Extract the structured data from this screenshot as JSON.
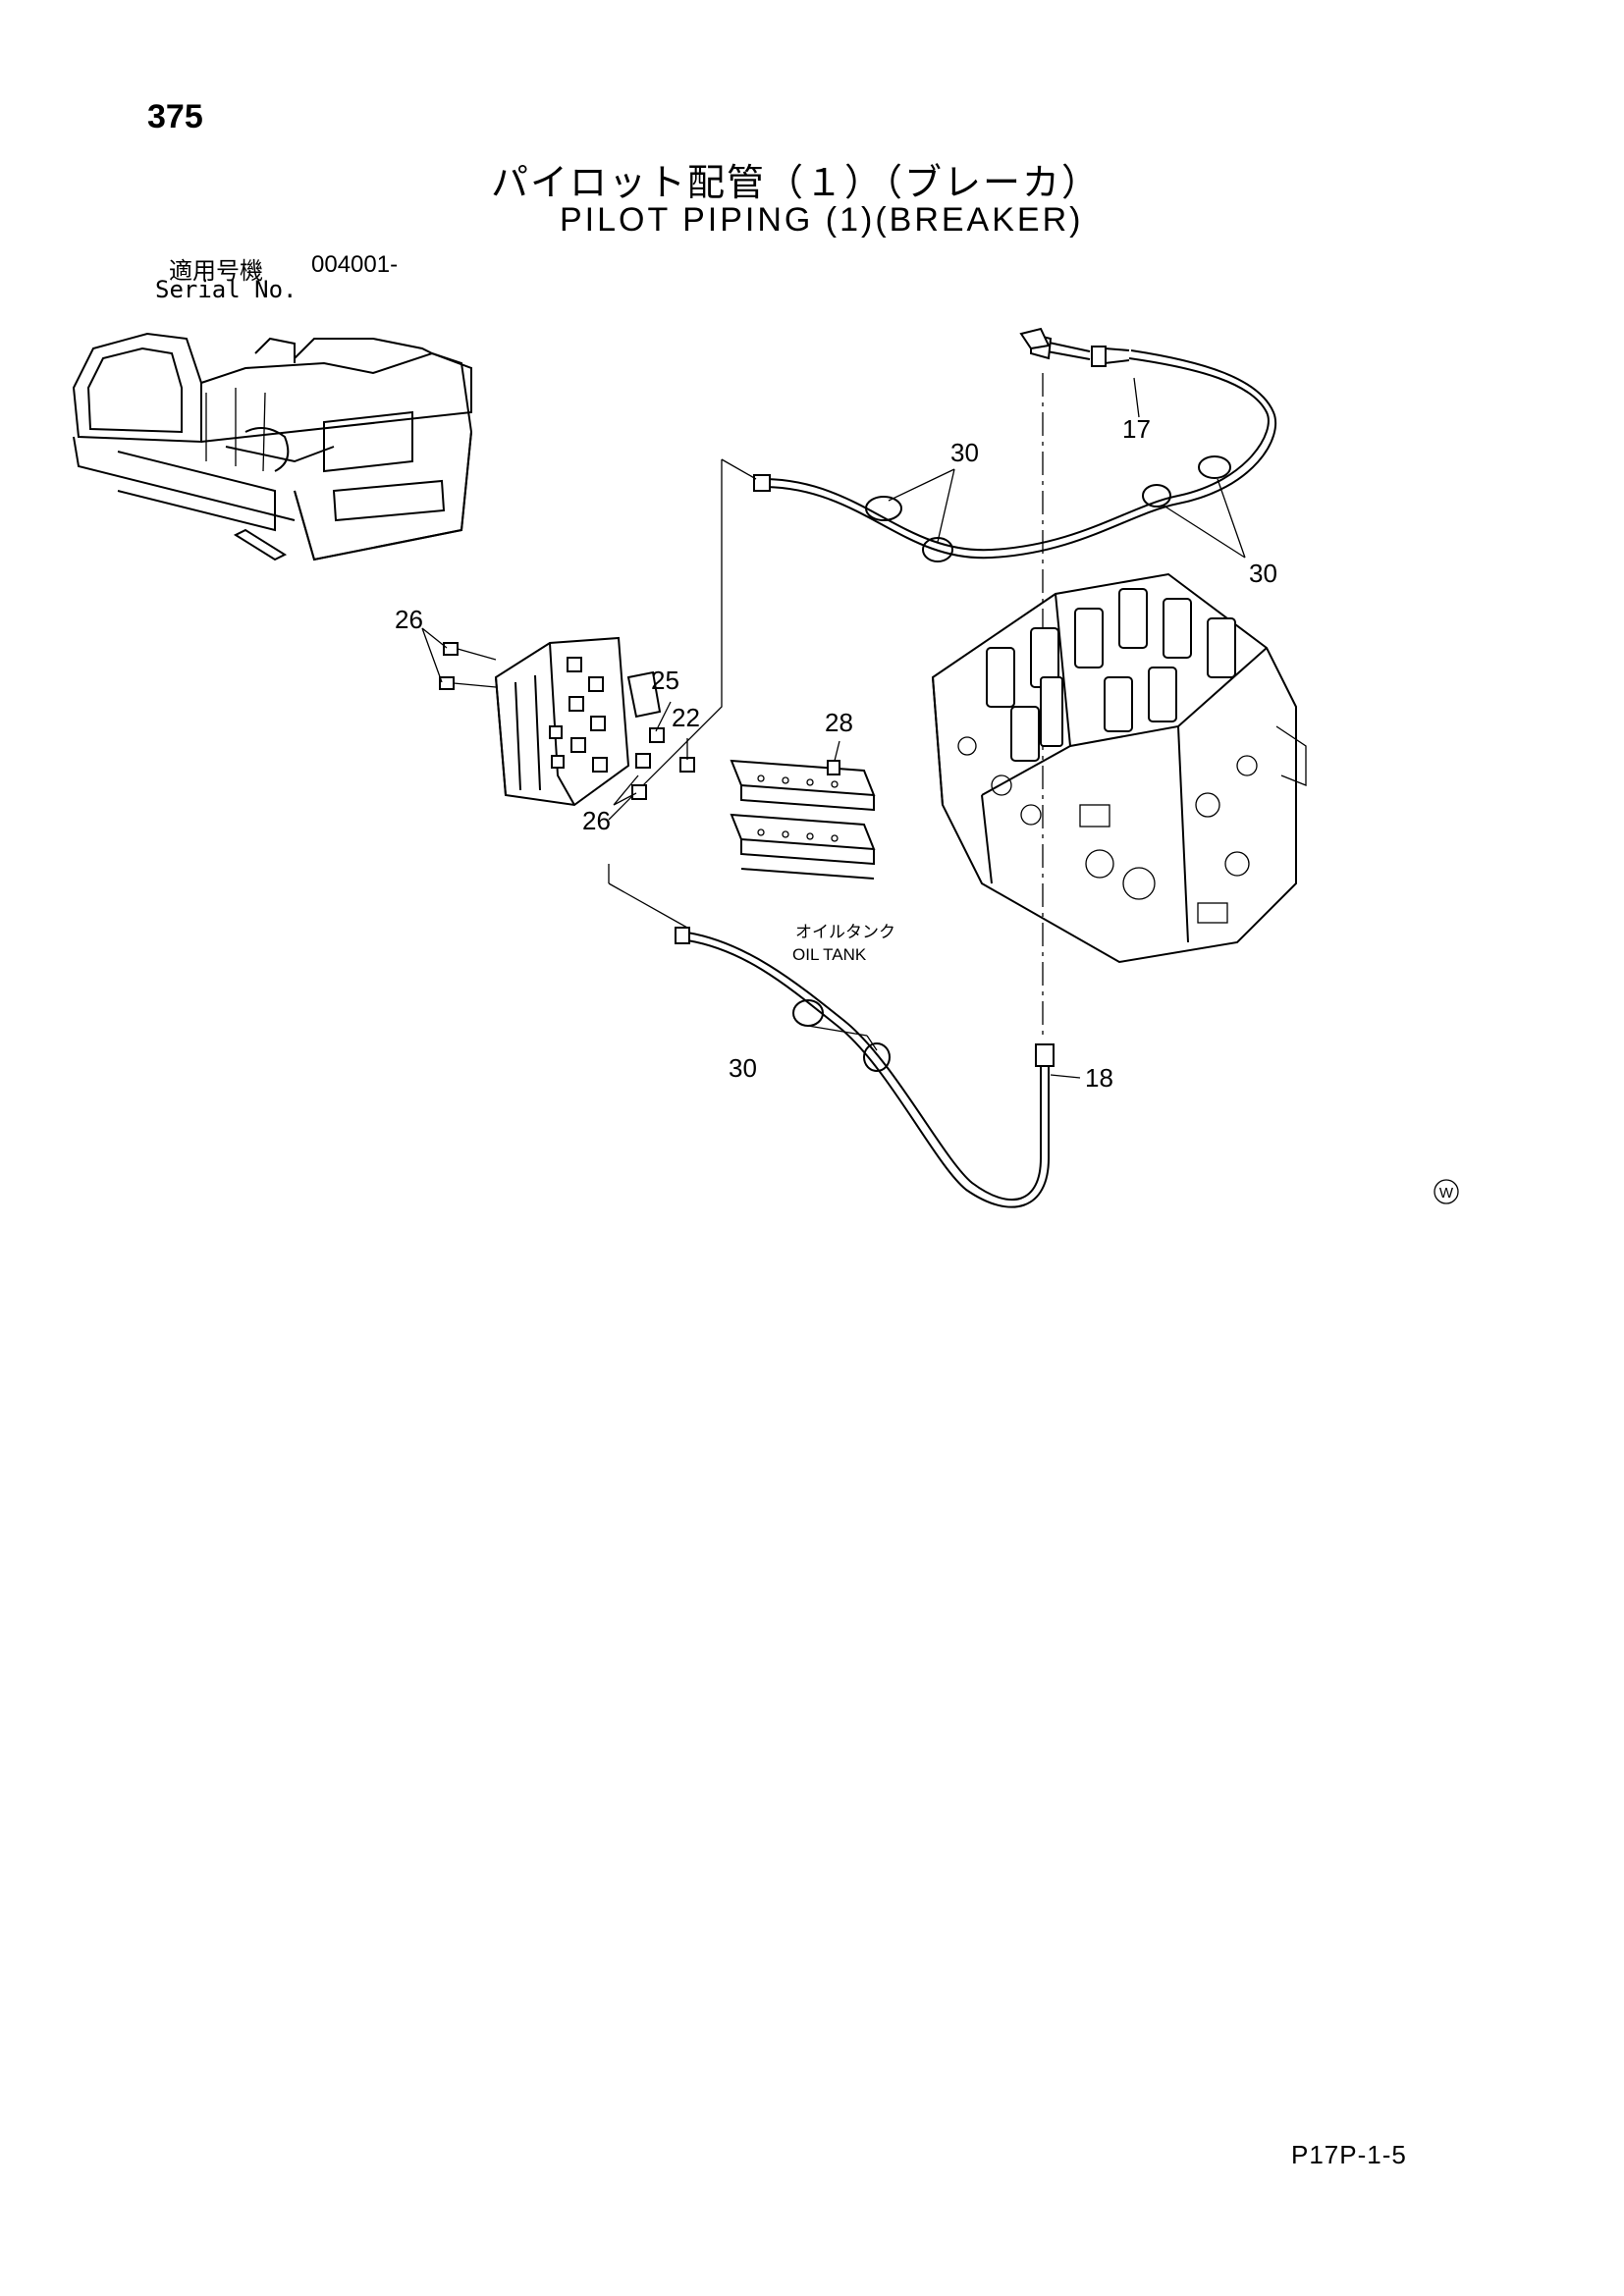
{
  "header": {
    "page_number": "375",
    "title_jp": "パイロット配管（１）（ブレーカ）",
    "title_en": "PILOT PIPING (1)(BREAKER)",
    "serial_label_jp": "適用号機",
    "serial_value": "004001-",
    "serial_label_en": "Serial No."
  },
  "diagram": {
    "callouts": {
      "c17": "17",
      "c18": "18",
      "c22": "22",
      "c25": "25",
      "c26a": "26",
      "c26b": "26",
      "c28": "28",
      "c30a": "30",
      "c30b": "30",
      "c30c": "30"
    },
    "tank_label_jp": "オイルタンク",
    "tank_label_en": "OIL TANK",
    "w_mark": "W"
  },
  "footer": {
    "code": "P17P-1-5"
  }
}
